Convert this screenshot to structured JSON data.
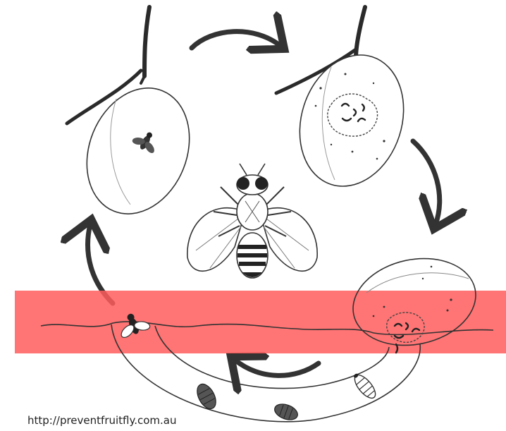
{
  "diagram": {
    "stages": [
      {
        "id": "fruit-with-adult-fly",
        "icon": "fruit-fly-on-fruit-icon"
      },
      {
        "id": "infested-fruit",
        "icon": "maggots-in-fruit-icon"
      },
      {
        "id": "fallen-fruit",
        "icon": "fallen-fruit-with-larvae-icon"
      },
      {
        "id": "larva",
        "icon": "larva-icon"
      },
      {
        "id": "pupae",
        "icon": "pupa-icon"
      },
      {
        "id": "emerging-fly",
        "icon": "emerging-fly-icon"
      }
    ],
    "center_icon": "fruit-fly-icon",
    "highlight_color": "#ff5c5c",
    "line_color": "#333333",
    "arrow_color": "#333333"
  },
  "source_url": "http://preventfruitfly.com.au"
}
